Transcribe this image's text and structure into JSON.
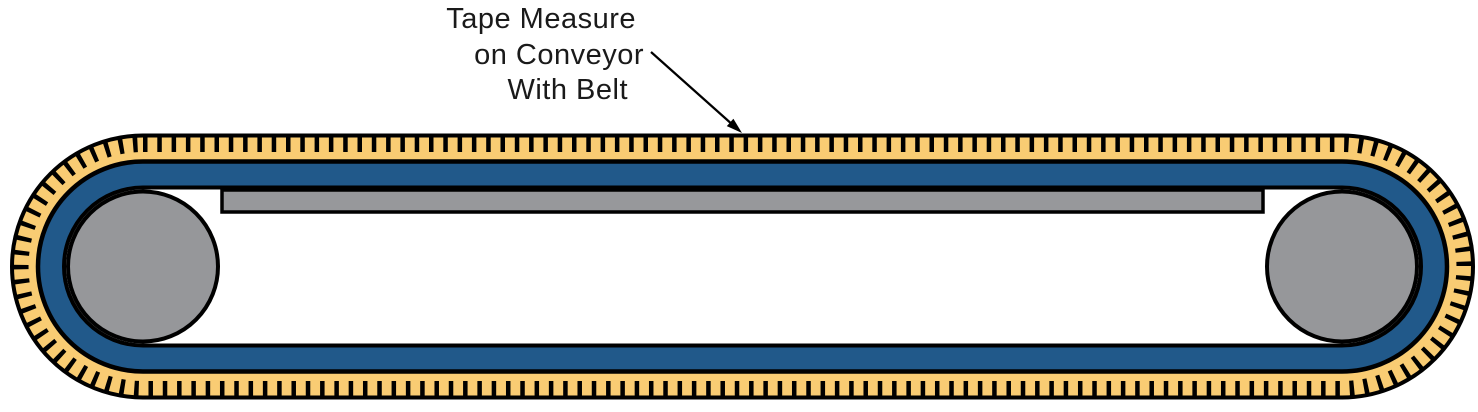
{
  "figure": {
    "caption": {
      "lines": [
        "Tape Measure",
        "on Conveyor",
        "With Belt"
      ]
    },
    "colors": {
      "background": "#FFFFFF",
      "tape": "#F9CC73",
      "belt": "#21598A",
      "roller": "#96979A",
      "bed_plate": "#97989B",
      "outline": "#000000",
      "text": "#1A1A1A"
    }
  }
}
